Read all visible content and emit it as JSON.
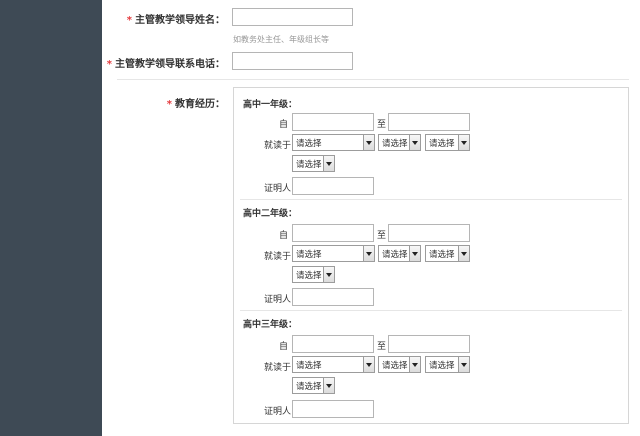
{
  "form": {
    "required_mark": "*",
    "leader_name_label": "主管教学领导姓名：",
    "leader_name_hint": "如教务处主任、年级组长等",
    "leader_phone_label": "主管教学领导联系电话：",
    "education_label": "教育经历："
  },
  "education": {
    "from_label": "自",
    "to_label": "至",
    "study_label": "就读于",
    "witness_label": "证明人",
    "select_placeholder": "请选择",
    "grades": [
      {
        "title": "高中一年级："
      },
      {
        "title": "高中二年级："
      },
      {
        "title": "高中三年级："
      }
    ]
  },
  "colors": {
    "sidebar": "#3e4a55",
    "required": "#e4393c",
    "hint": "#999999"
  }
}
